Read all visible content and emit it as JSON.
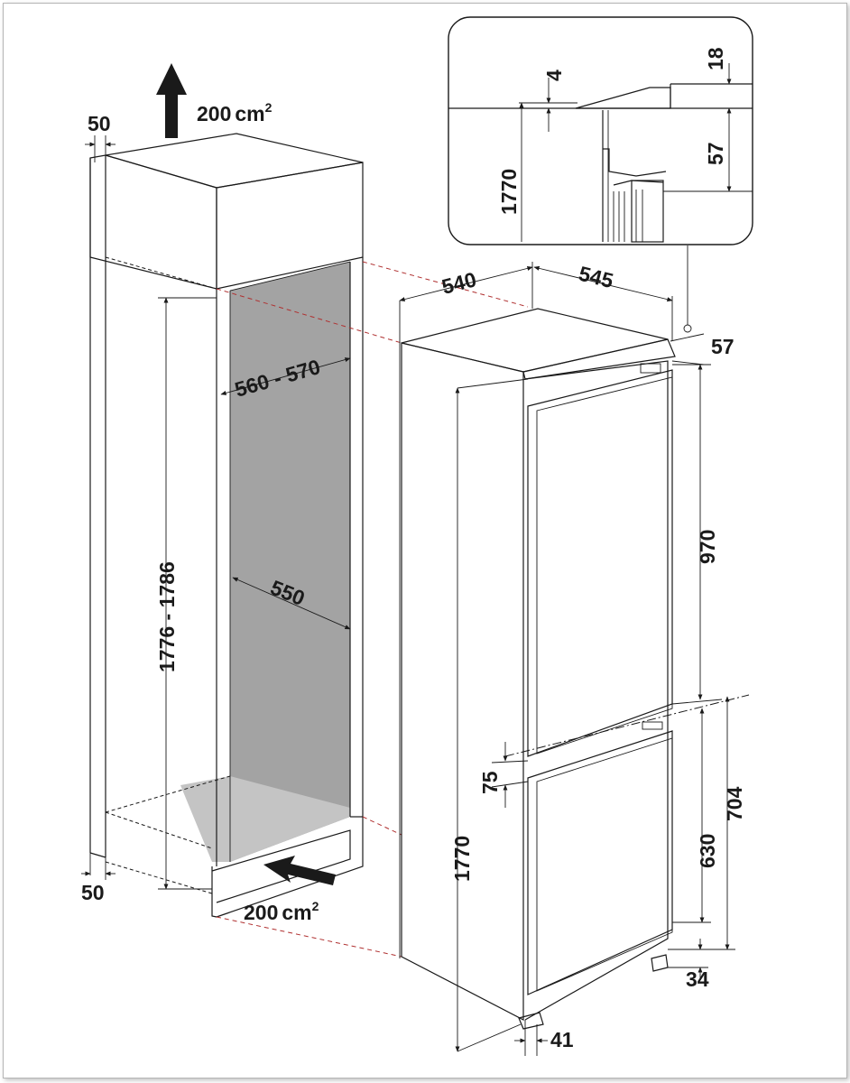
{
  "airflow": {
    "top_area": "200",
    "top_unit": "cm",
    "bottom_area": "200",
    "bottom_unit": "cm",
    "superscript": "2"
  },
  "niche": {
    "top_offset": "50",
    "bottom_offset": "50",
    "width": "560 - 570",
    "depth": "550",
    "height": "1776 - 1786"
  },
  "appliance": {
    "depth": "540",
    "width": "545",
    "top_hinge": "57",
    "upper_door": "970",
    "door_gap": "75",
    "lower_door": "630",
    "lower_total": "704",
    "base_gap": "34",
    "foot_offset": "41",
    "height": "1770"
  },
  "detail": {
    "gap": "4",
    "top": "18",
    "hinge": "57",
    "height": "1770"
  },
  "colors": {
    "line": "#1a1a1a",
    "niche_interior": "#a3a3a3",
    "niche_floor": "#c4c4c4",
    "guide_dash": "#b03030"
  }
}
